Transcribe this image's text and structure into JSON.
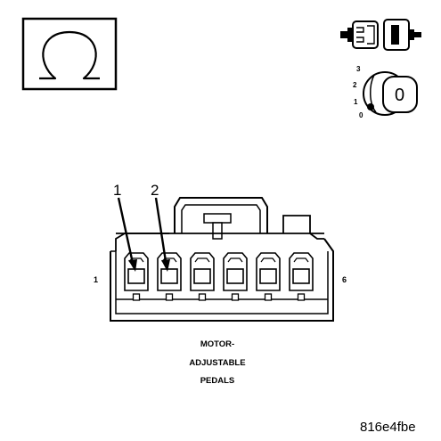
{
  "ohm_symbol": {
    "glyph": "Ω",
    "icon": "ohmmeter-icon"
  },
  "key_symbol": {
    "positions": [
      "3",
      "2",
      "1",
      "0"
    ],
    "key_label": "0",
    "icon": "ignition-key-icon"
  },
  "connector": {
    "callouts": [
      "1",
      "2"
    ],
    "cavity_start_label": "1",
    "cavity_end_label": "6",
    "cavity_count": 6,
    "caption_lines": [
      "MOTOR-",
      "ADJUSTABLE",
      "PEDALS"
    ]
  },
  "figure_id": "816e4fbe",
  "colors": {
    "line": "#000000",
    "background": "#ffffff"
  }
}
